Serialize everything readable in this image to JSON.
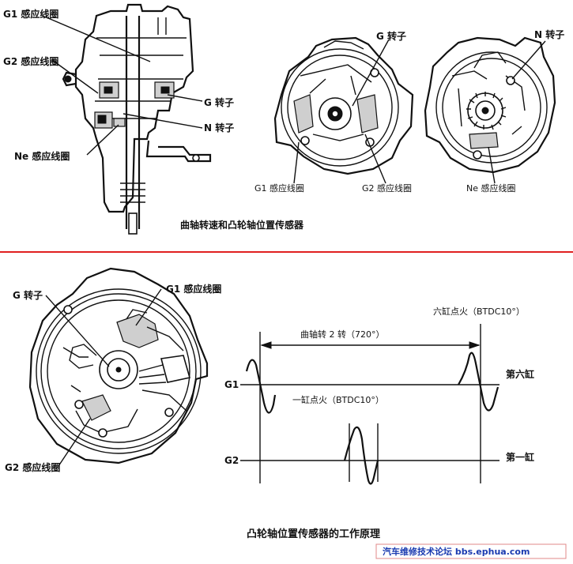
{
  "colors": {
    "ink": "#111111",
    "divider": "#e02020",
    "watermark_text": "#1a3bb0",
    "watermark_border": "#e08a8a"
  },
  "top": {
    "left_labels": {
      "g1_coil": "G1 感应线圈",
      "g2_coil": "G2 感应线圈",
      "g_rotor": "G 转子",
      "n_rotor": "N 转子",
      "ne_coil": "Ne 感应线圈"
    },
    "mid_labels": {
      "g_rotor": "G 转子",
      "g1_coil": "G1 感应线圈",
      "g2_coil": "G2 感应线圈"
    },
    "right_labels": {
      "n_rotor": "N 转子",
      "ne_coil": "Ne 感应线圈"
    },
    "caption": "曲轴转速和凸轮轴位置传感器"
  },
  "bottom": {
    "labels": {
      "g_rotor": "G 转子",
      "g1_coil": "G1 感应线圈",
      "g2_coil": "G2 感应线圈"
    },
    "waveform": {
      "ignition_six": "六缸点火（BTDC10°）",
      "crank_two_turns": "曲轴转 2 转（720°）",
      "ignition_one": "一缸点火（BTDC10°）",
      "g1": "G1",
      "g2": "G2",
      "cyl_six": "第六缸",
      "cyl_one": "第一缸"
    },
    "caption": "凸轮轴位置传感器的工作原理"
  },
  "watermark": {
    "text": "汽车维修技术论坛 bbs.ephua.com"
  }
}
